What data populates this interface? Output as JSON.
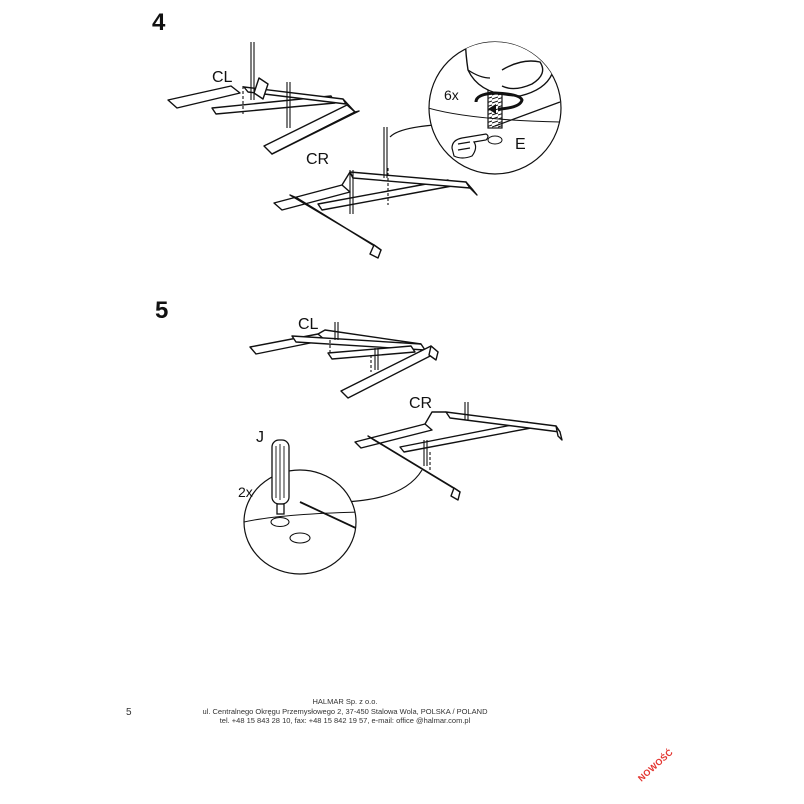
{
  "steps": [
    {
      "number": "4",
      "parts": {
        "left_frame": "CL",
        "right_frame": "CR",
        "bolt_part": "E"
      },
      "quantity": "6x"
    },
    {
      "number": "5",
      "parts": {
        "left_frame": "CL",
        "right_frame": "CR",
        "cap_part": "J"
      },
      "quantity": "2x"
    }
  ],
  "footer": {
    "company": "HALMAR Sp. z o.o.",
    "address": "ul. Centralnego Okręgu Przemysłowego 2, 37-450 Stalowa Wola, POLSKA / POLAND",
    "contact": "tel. +48 15 843 28 10, fax: +48 15 842 19 57, e-mail: office @halmar.com.pl"
  },
  "page_number": "5",
  "stamp": "NOWOŚĆ",
  "colors": {
    "ink": "#111111",
    "stamp": "#e3342f"
  }
}
